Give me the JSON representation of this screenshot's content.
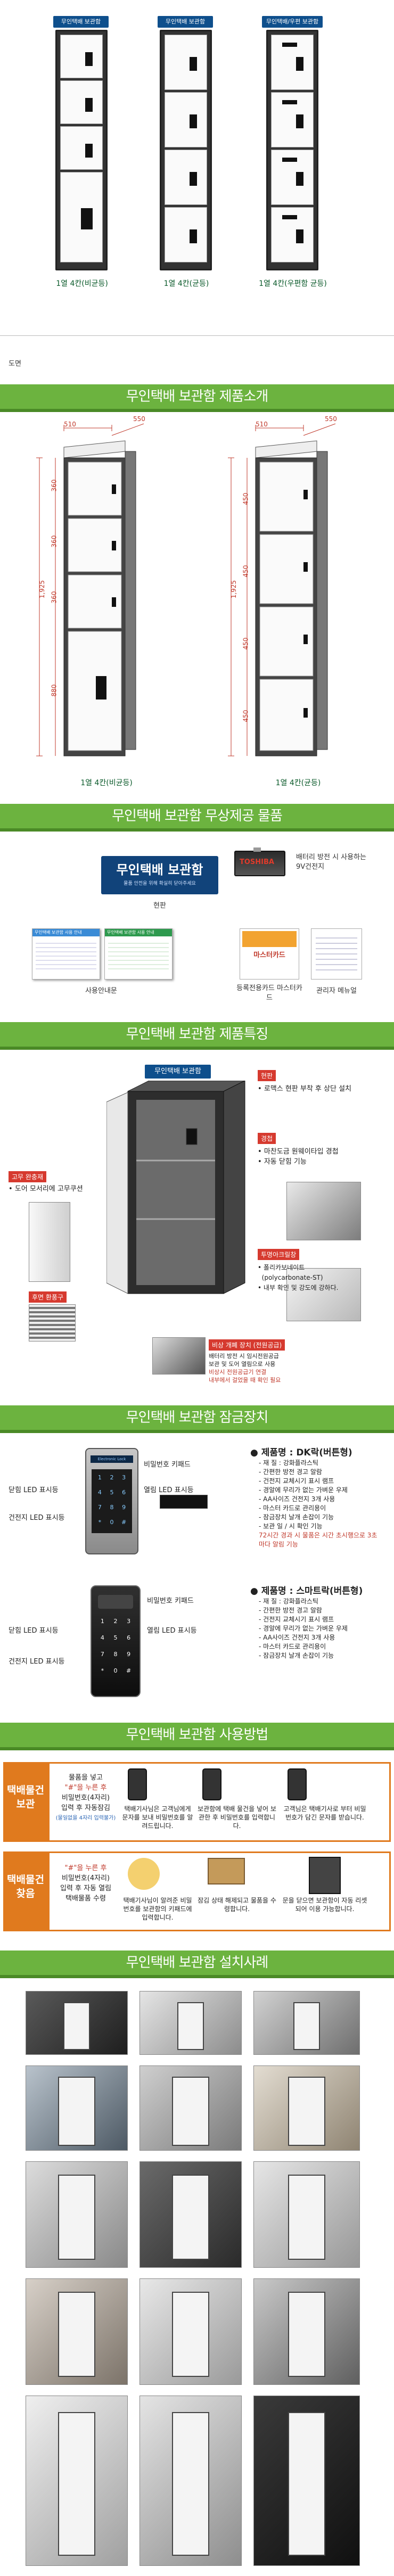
{
  "top": {
    "captions": [
      "1열 4칸(비균등)",
      "1열 4칸(균등)",
      "1열 4칸(우편함 균등)"
    ],
    "sign_text": "무인택배 보관함",
    "sign_text3": "무인택배/우편 보관함"
  },
  "drawing_label": "도면",
  "sections": {
    "s1": "무인택배 보관함 제품소개",
    "s2": "무인택배 보관함 무상제공 물품",
    "s3": "무인택배 보관함 제품특징",
    "s4": "무인택배 보관함 잠금장치",
    "s5": "무인택배 보관함 사용방법",
    "s6": "무인택배 보관함 설치사례"
  },
  "drawings": {
    "dims_left": {
      "w": "510",
      "d": "550",
      "h": "1,925",
      "d1": "360",
      "d2": "360",
      "d3": "360",
      "d4": "880"
    },
    "dims_right": {
      "w": "510",
      "d": "550",
      "h": "1,925",
      "d1": "450",
      "d2": "450",
      "d3": "450",
      "d4": "450"
    },
    "captions": [
      "1열 4칸(비균등)",
      "1열 4칸(균등)"
    ]
  },
  "freebies": {
    "sign_title": "무인택배 보관함",
    "sign_sub": "물품 안전을 위해 확실히 닫아주세요",
    "sign_caption": "현판",
    "battery_brand": "TOSHIBA",
    "battery_caption": "배터리 방전 시 사용하는 9V건전지",
    "guide_caption": "사용안내문",
    "guide_text1": "무인택배 보관함 사용 안내",
    "guide_text2": "무인택배 보관함 사용 안내",
    "card_caption": "등록전용카드 마스터카드",
    "card_text": "마스터카드",
    "manual_caption": "관리자 메뉴얼"
  },
  "features": {
    "sign": "무인택배 보관함",
    "tags": [
      "현판",
      "경첩",
      "투명아크릴창",
      "고무 완충재",
      "후면 환풍구",
      "비상 개폐 장치 (전원공급)"
    ],
    "desc_top": "로맥스 현판 부착 후 상단 설치",
    "desc_hinge": [
      "마찬도금 원웨이타입 경첩",
      "자동 닫힘 기능"
    ],
    "desc_acryl": [
      "폴리카보네이트",
      "(polycarbonate-ST)",
      "내부 확인 및 강도에 강하다."
    ],
    "desc_rubber": "도어 모서리에 고무쿠션",
    "desc_emergency": [
      "배터리 방전 시 임시전원공급",
      "보관 및 도어 열림으로 사용",
      "비상시 전원공급기 연결",
      "내부에서 걸었을 때 확인 필요"
    ]
  },
  "locks": {
    "dk": {
      "labels": [
        "비밀번호 키패드",
        "열림 LED 표시등",
        "닫힘 LED 표시등",
        "건전지 LED 표시등"
      ],
      "title": "제품명 : DK락(버튼형)",
      "items": [
        "재 질 : 강화플라스틱",
        "간편한 방전 경고 알람",
        "건전지 교체시기 표시 램프",
        "경알에 무리가 없는 가벼운 우제",
        "AA사이즈 건전지 3개 사용",
        "마스터 카드로 관리용이",
        "잠금장치 날개 손잡이 기능",
        "보관 일 / 시 확인 기능"
      ],
      "hl": "72시간 경과 시 물품은 시간 초시행으로 3초마다 알림 기능"
    },
    "smart": {
      "labels": [
        "비밀번호 키패드",
        "열림 LED 표시등",
        "닫힘 LED 표시등",
        "건전지 LED 표시등"
      ],
      "title": "제품명 : 스마트락(버튼형)",
      "items": [
        "재 질 : 강화플라스틱",
        "간편한 방전 경고 알람",
        "건전지 교체시기 표시 램프",
        "경알에 무리가 없는 가벼운 우제",
        "AA사이즈 건전지 3개 사용",
        "마스터 카드로 관리용이",
        "잠금장치 날개 손잡이 기능"
      ]
    }
  },
  "usage": {
    "store": {
      "label": "택배물건 보관",
      "intro": [
        "물품을 넣고",
        "\"#\"을 누른 후",
        "비밀번호(4자리)",
        "입력 후 자동잠김",
        "(물일없을 4자리 입력불가)"
      ],
      "steps": [
        "택배기사님은 고객님에게 문자를 보내 비밀번호를 알려드립니다.",
        "보관함에 택배 물건을 넣어 보관한 후 비밀번호를 입력합니다.",
        "고객님은 택배기사로 부터 비밀번호가 담긴 문자를 받습니다."
      ]
    },
    "find": {
      "label": "택배물건 찾음",
      "intro": [
        "\"#\"을 누른 후",
        "비밀번호(4자리)",
        "입력 후 자동 열림",
        "택배물품 수령"
      ],
      "steps": [
        "택배기사님이 알려준 비밀번호를 보관함의 키패드에 입력합니다.",
        "잠김 상태 해제되고 물품을 수령합니다.",
        "문을 닫으면 보관함이 자동 리셋되어 이용 가능합니다."
      ]
    }
  }
}
